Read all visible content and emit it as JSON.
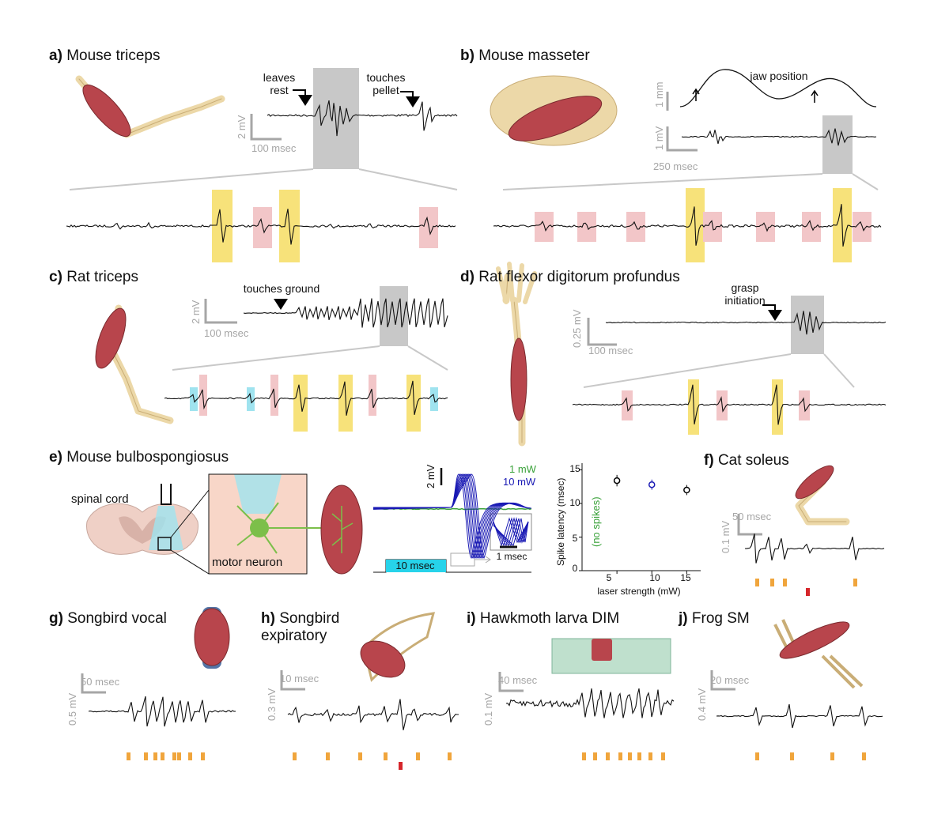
{
  "panels": {
    "a": {
      "letter": "a)",
      "title": "Mouse triceps",
      "ann1": "leaves rest",
      "ann2": "touches pellet",
      "scale_y": "2 mV",
      "scale_x": "100 msec"
    },
    "b": {
      "letter": "b)",
      "title": "Mouse masseter",
      "ann1": "jaw position",
      "scale_y1": "1 mm",
      "scale_y2": "1 mV",
      "scale_x": "250 msec"
    },
    "c": {
      "letter": "c)",
      "title": "Rat triceps",
      "ann1": "touches ground",
      "scale_y": "2 mV",
      "scale_x": "100 msec"
    },
    "d": {
      "letter": "d)",
      "title": "Rat flexor digitorum profundus",
      "ann1": "grasp initiation",
      "scale_y": "0.25 mV",
      "scale_x": "100 msec"
    },
    "e": {
      "letter": "e)",
      "title": "Mouse bulbospongiosus",
      "spinal_cord": "spinal cord",
      "motor_neuron": "motor neuron",
      "scale_y": "2 mV",
      "legend_1": "1 mW",
      "legend_10": "10 mW",
      "pulse": "10 msec",
      "inset_scale": "1 msec"
    },
    "f": {
      "letter": "f)",
      "title": "Cat soleus",
      "scale_y": "0.1 mV",
      "scale_x": "50 msec"
    },
    "g": {
      "letter": "g)",
      "title": "Songbird vocal",
      "scale_y": "0.5 mV",
      "scale_x": "50 msec"
    },
    "h": {
      "letter": "h)",
      "title": "Songbird expiratory",
      "scale_y": "0.3 mV",
      "scale_x": "10 msec"
    },
    "i": {
      "letter": "i)",
      "title": "Hawkmoth larva DIM",
      "scale_y": "0.1 mV",
      "scale_x": "40 msec"
    },
    "j": {
      "letter": "j)",
      "title": "Frog SM",
      "scale_y": "0.4 mV",
      "scale_x": "20 msec"
    }
  },
  "chart_data": {
    "type": "scatter",
    "xlabel": "laser strength (mW)",
    "ylabel": "Spike latency (msec)",
    "annotation": "(no spikes)",
    "xticks": [
      5,
      10,
      15
    ],
    "yticks": [
      0,
      5,
      10,
      15
    ],
    "xlim": [
      0,
      17
    ],
    "ylim": [
      0,
      16
    ],
    "x": [
      5,
      10,
      15
    ],
    "y": [
      13.4,
      12.8,
      12.0
    ],
    "err": [
      0.5,
      0.4,
      0.4
    ],
    "colors": [
      "#000000",
      "#1a1ab4",
      "#000000"
    ]
  },
  "colors": {
    "highlight_yellow": "#f7e27a",
    "highlight_pink": "#f2c6c8",
    "highlight_cyan": "#9fe3ef",
    "shade": "#c8c8c8",
    "unit_orange": "#f0a53c",
    "unit_red": "#d6262b",
    "muscle": "#b8454c",
    "bone": "#ecd8a8",
    "trace_blue": "#1a1ab4",
    "trace_green": "#3aa23a"
  }
}
